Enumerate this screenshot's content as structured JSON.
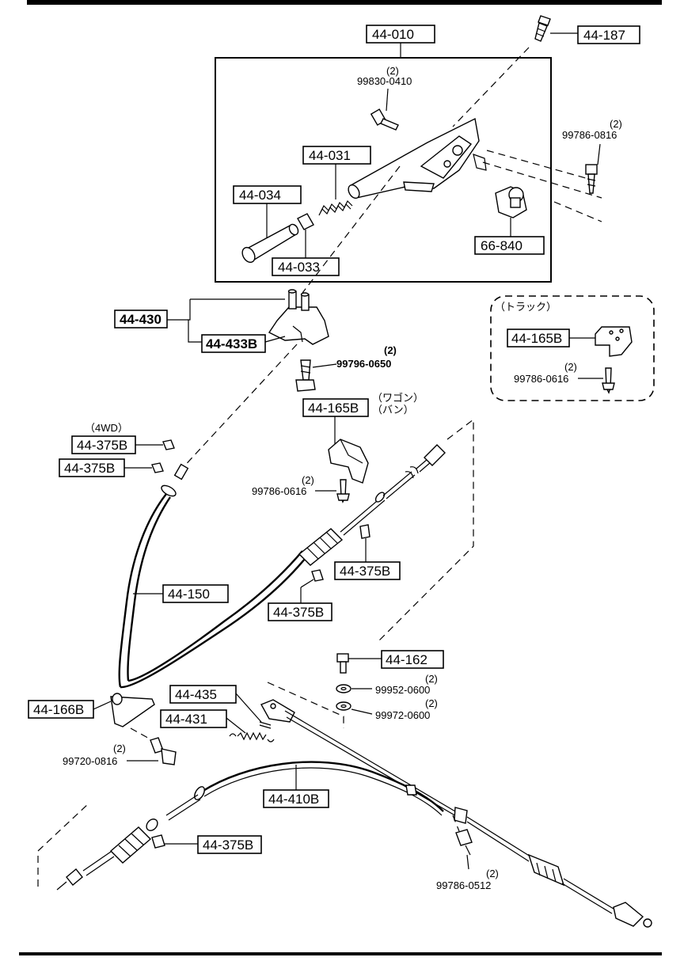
{
  "labels": {
    "p44_010": "44-010",
    "p44_187": "44-187",
    "p44_031": "44-031",
    "p44_034": "44-034",
    "p44_033": "44-033",
    "p66_840": "66-840",
    "p44_430": "44-430",
    "p44_433B": "44-433B",
    "p44_165B_top": "44-165B",
    "p44_165B_truck": "44-165B",
    "p44_375B_a": "44-375B",
    "p44_375B_b": "44-375B",
    "p44_375B_c": "44-375B",
    "p44_375B_d": "44-375B",
    "p44_375B_e": "44-375B",
    "p44_150": "44-150",
    "p44_162": "44-162",
    "p44_435": "44-435",
    "p44_431": "44-431",
    "p44_166B": "44-166B",
    "p44_410B": "44-410B"
  },
  "bolts": {
    "b99830_0410": "99830-0410",
    "b99830_qty": "(2)",
    "b99786_0816": "99786-0816",
    "b99786_0816_qty": "(2)",
    "b99796_0650": "99796-0650",
    "b99796_qty": "(2)",
    "b99786_0616_truck": "99786-0616",
    "b99786_0616_truck_qty": "(2)",
    "b99786_0616": "99786-0616",
    "b99786_0616_qty": "(2)",
    "b99952_0600": "99952-0600",
    "b99952_qty": "(2)",
    "b99972_0600": "99972-0600",
    "b99972_qty": "(2)",
    "b99720_0816": "99720-0816",
    "b99720_qty": "(2)",
    "b99786_0512": "99786-0512",
    "b99786_0512_qty": "(2)"
  },
  "notes": {
    "truck": "（トラック）",
    "wagon": "（ワゴン）",
    "van": "（バン）",
    "fourwd": "（4WD）"
  }
}
